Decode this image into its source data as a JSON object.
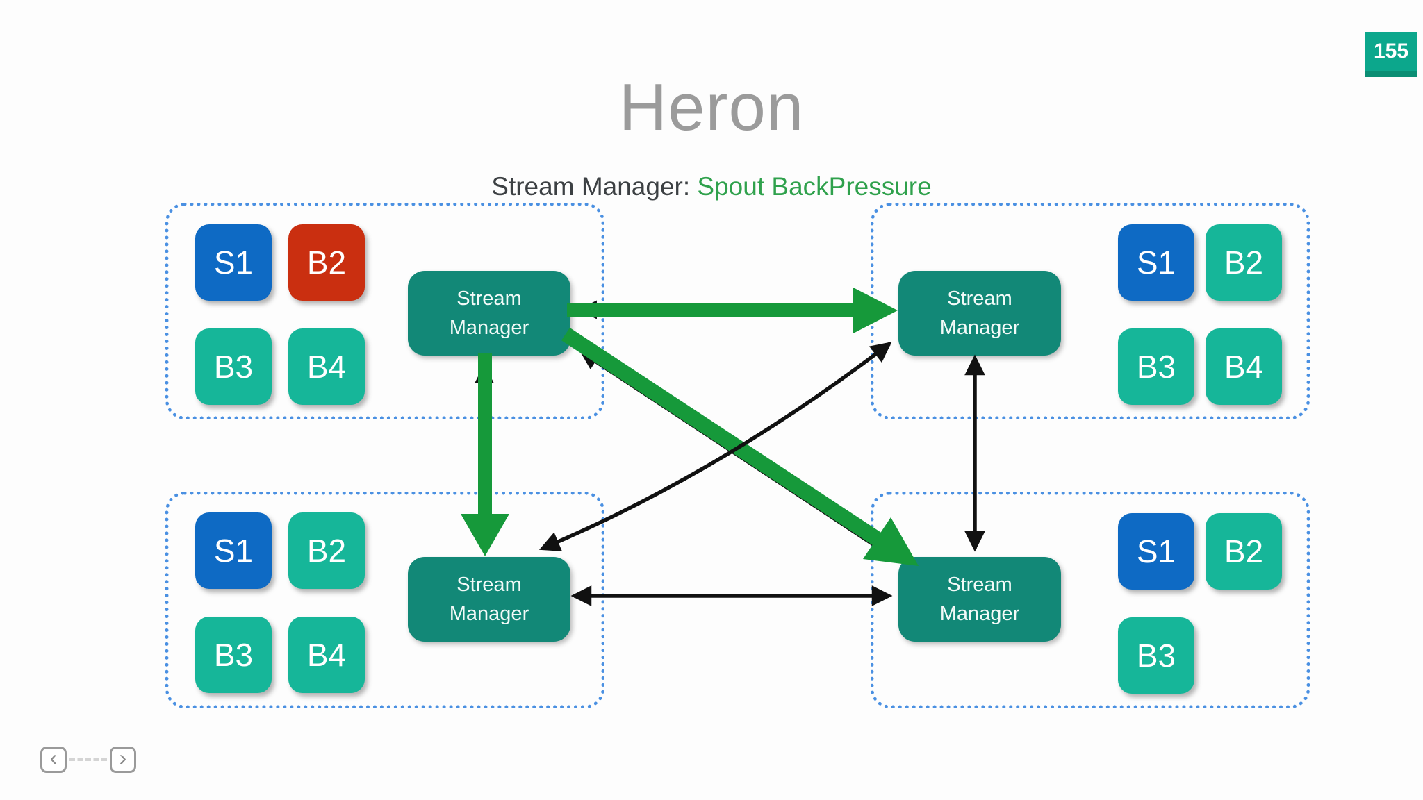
{
  "badge": {
    "page_number": "155"
  },
  "title": "Heron",
  "subtitle": {
    "prefix": "Stream Manager: ",
    "highlight": "Spout BackPressure"
  },
  "colors": {
    "spout_blue": "#0e6ac4",
    "bolt_teal": "#16b699",
    "overloaded_red": "#ca2f10",
    "manager_teal": "#128877",
    "container_border_blue": "#4a90e2",
    "backpressure_green": "#16993a",
    "data_flow_black": "#111111",
    "badge_green": "#0ca78c",
    "badge_strip_green": "#0b8e74",
    "title_gray": "#9b9b9b",
    "subtitle_green": "#2fa14c"
  },
  "diagram": {
    "containers": [
      {
        "id": "top-left",
        "manager": {
          "line1": "Stream",
          "line2": "Manager"
        },
        "boxes": [
          {
            "label": "S1"
          },
          {
            "label": "B2"
          },
          {
            "label": "B3"
          },
          {
            "label": "B4"
          }
        ]
      },
      {
        "id": "top-right",
        "manager": {
          "line1": "Stream",
          "line2": "Manager"
        },
        "boxes": [
          {
            "label": "S1"
          },
          {
            "label": "B2"
          },
          {
            "label": "B3"
          },
          {
            "label": "B4"
          }
        ]
      },
      {
        "id": "bottom-left",
        "manager": {
          "line1": "Stream",
          "line2": "Manager"
        },
        "boxes": [
          {
            "label": "S1"
          },
          {
            "label": "B2"
          },
          {
            "label": "B3"
          },
          {
            "label": "B4"
          }
        ]
      },
      {
        "id": "bottom-right",
        "manager": {
          "line1": "Stream",
          "line2": "Manager"
        },
        "boxes": [
          {
            "label": "S1"
          },
          {
            "label": "B2"
          },
          {
            "label": "B3"
          }
        ]
      }
    ]
  },
  "nav": {
    "prev": "‹",
    "next": "›"
  }
}
